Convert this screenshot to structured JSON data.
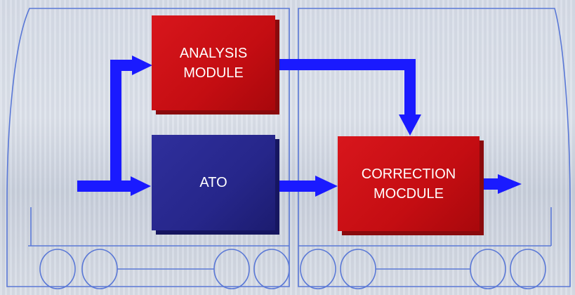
{
  "blocks": {
    "analysis": "ANALYSIS\nMODULE",
    "ato": "ATO",
    "correction": "CORRECTION\nMOCDULE"
  },
  "colors": {
    "block_red": "#c40d12",
    "block_blue": "#26268a",
    "arrow": "#1a1aff",
    "train_outline": "#5a78d6"
  }
}
